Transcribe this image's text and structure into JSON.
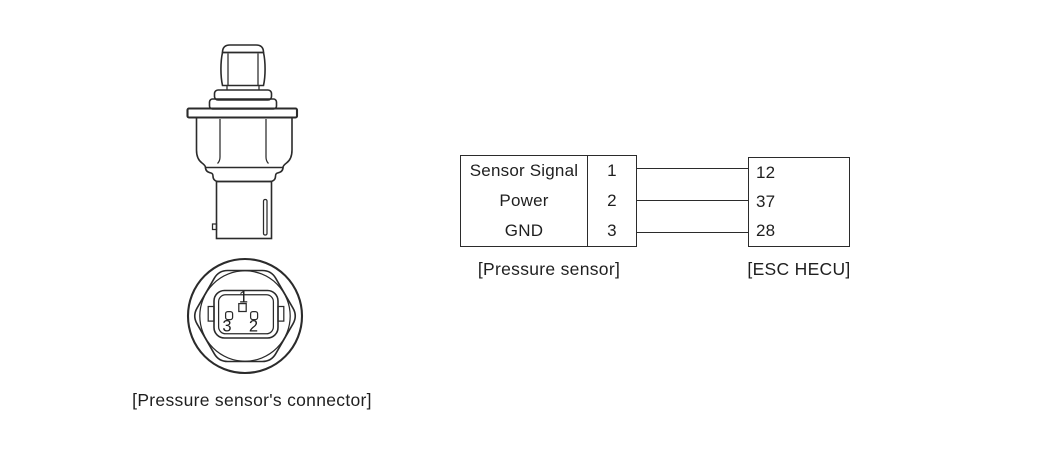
{
  "figure": {
    "connector_view": {
      "caption": "[Pressure sensor's connector]",
      "pin_top": "1",
      "pin_bottom_left": "3",
      "pin_bottom_right": "2"
    },
    "sensor_table": {
      "caption": "[Pressure sensor]",
      "rows": [
        {
          "signal": "Sensor Signal",
          "pin": "1",
          "hecu_pin": "12"
        },
        {
          "signal": "Power",
          "pin": "2",
          "hecu_pin": "37"
        },
        {
          "signal": "GND",
          "pin": "3",
          "hecu_pin": "28"
        }
      ]
    },
    "hecu": {
      "caption": "[ESC HECU]",
      "pins": [
        "12",
        "37",
        "28"
      ]
    },
    "colors": {
      "line": "#2b2b2b",
      "text": "#1f1f1f",
      "background": "#ffffff"
    }
  }
}
